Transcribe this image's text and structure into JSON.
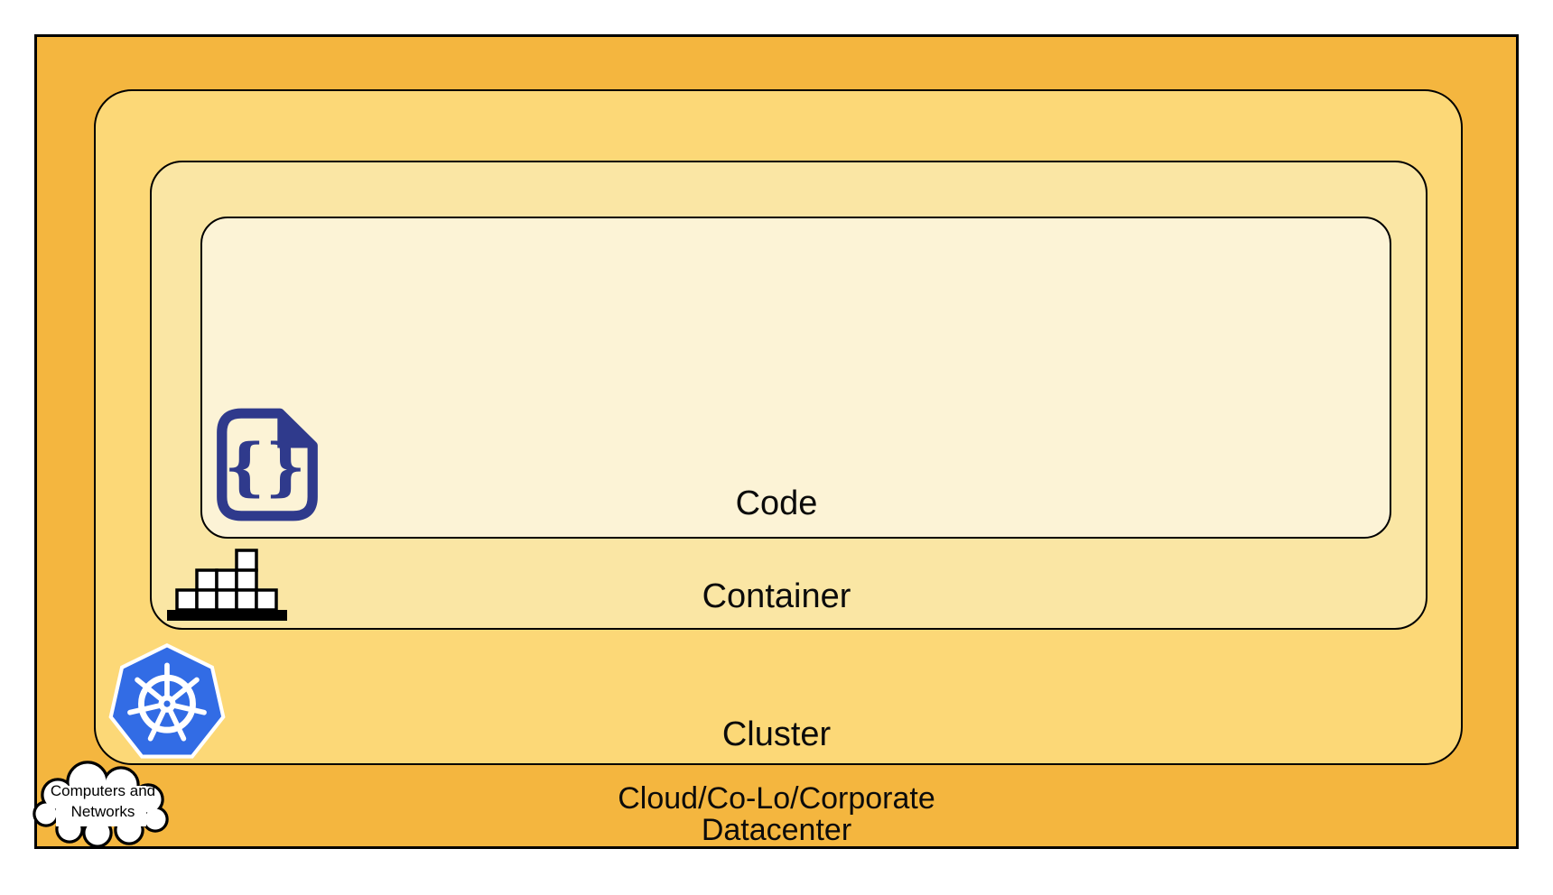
{
  "layers": [
    {
      "name": "code",
      "label": "Code",
      "fill": "#FCF3D6"
    },
    {
      "name": "container",
      "label": "Container",
      "fill": "#FAE6A4"
    },
    {
      "name": "cluster",
      "label": "Cluster",
      "fill": "#FCD877"
    },
    {
      "name": "datacenter",
      "label_line1": "Cloud/Co-Lo/Corporate",
      "label_line2": "Datacenter",
      "fill": "#F4B63F"
    }
  ],
  "cloud_callout": {
    "line1": "Computers and",
    "line2": "Networks"
  },
  "icons": {
    "code_file": "code-file-icon",
    "code_braces_glyph": "{}",
    "container_stack": "container-stack-icon",
    "kubernetes_helm": "kubernetes-logo-icon",
    "computers_cloud": "cloud-icon"
  },
  "colors": {
    "kubernetes_blue": "#326CE5",
    "code_icon_navy": "#2F3A8C",
    "outline_black": "#000000",
    "icon_white": "#FFFFFF"
  }
}
